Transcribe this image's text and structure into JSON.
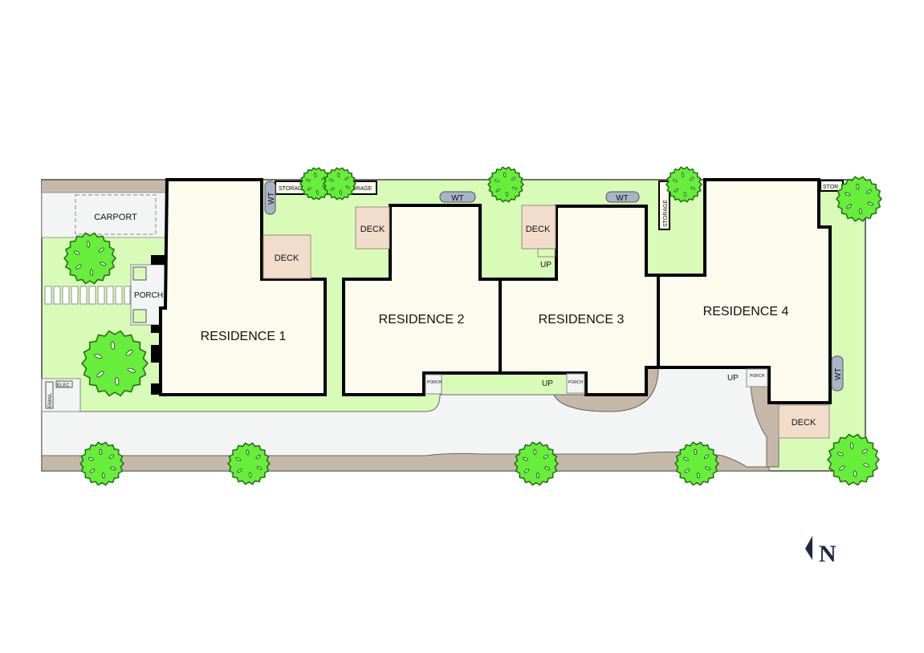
{
  "plan": {
    "residences": [
      "RESIDENCE 1",
      "RESIDENCE 2",
      "RESIDENCE 3",
      "RESIDENCE 4"
    ],
    "carport": "CARPORT",
    "porch": "PORCH",
    "porch_small": "PORCH",
    "deck": "DECK",
    "storage": "STORAGE",
    "storage_partial_left": "STORAG",
    "storage_partial_right": "ORAGE",
    "storage_partial_far": "STOR",
    "water_tank": "WT",
    "up": "UP",
    "email": "EMAIL",
    "elec": "ELEC",
    "north": "N"
  },
  "colors": {
    "garden": "#d9fbb8",
    "driveway": "#f3f4f4",
    "path": "#c6b8a8",
    "residence": "#fdfbee",
    "deck": "#f2dccb",
    "tree": "#66ee3a",
    "water_tank": "#a9b3c8",
    "north": "#1c2a44"
  }
}
